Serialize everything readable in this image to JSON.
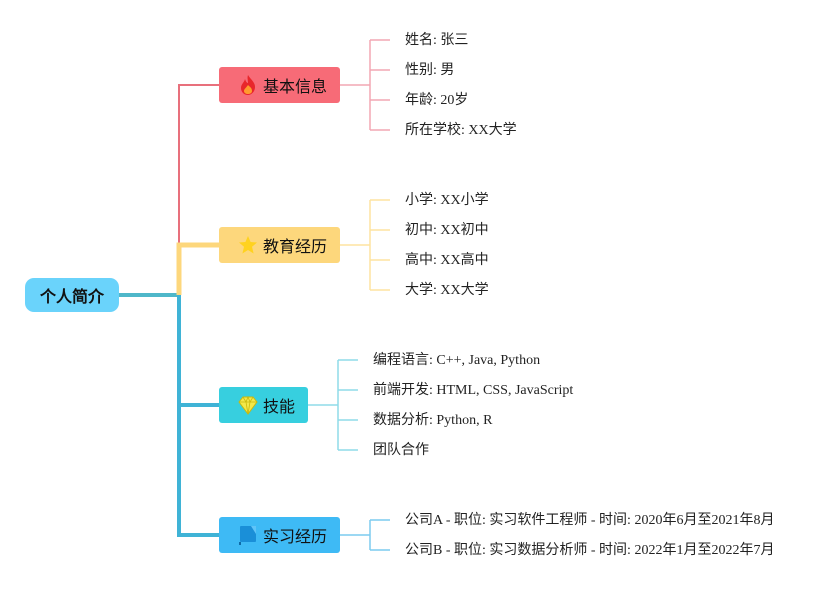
{
  "root": {
    "label": "个人简介",
    "color": "#6ad3fb"
  },
  "branches": [
    {
      "label": "基本信息",
      "icon": "fire-icon",
      "color": "#f76b77",
      "line_color": "#e8707c",
      "leaf_line_color": "#f2a7b3",
      "items": [
        "姓名: 张三",
        "性别: 男",
        "年龄: 20岁",
        "所在学校: XX大学"
      ]
    },
    {
      "label": "教育经历",
      "icon": "star-icon",
      "color": "#fdd77c",
      "line_color": "#fdd77c",
      "leaf_line_color": "#fde3a0",
      "items": [
        "小学: XX小学",
        "初中: XX初中",
        "高中: XX高中",
        "大学: XX大学"
      ]
    },
    {
      "label": "技能",
      "icon": "diamond-icon",
      "color": "#37cfdf",
      "line_color": "#3fb3d6",
      "leaf_line_color": "#8fdbe9",
      "items": [
        "编程语言: C++, Java, Python",
        "前端开发: HTML, CSS, JavaScript",
        "数据分析: Python, R",
        "团队合作"
      ]
    },
    {
      "label": "实习经历",
      "icon": "flag-icon",
      "color": "#3ebaf5",
      "line_color": "#3fb3d6",
      "leaf_line_color": "#7ccbef",
      "items": [
        "公司A - 职位: 实习软件工程师 - 时间: 2020年6月至2021年8月",
        "公司B - 职位: 实习数据分析师 - 时间: 2022年1月至2022年7月"
      ]
    }
  ]
}
